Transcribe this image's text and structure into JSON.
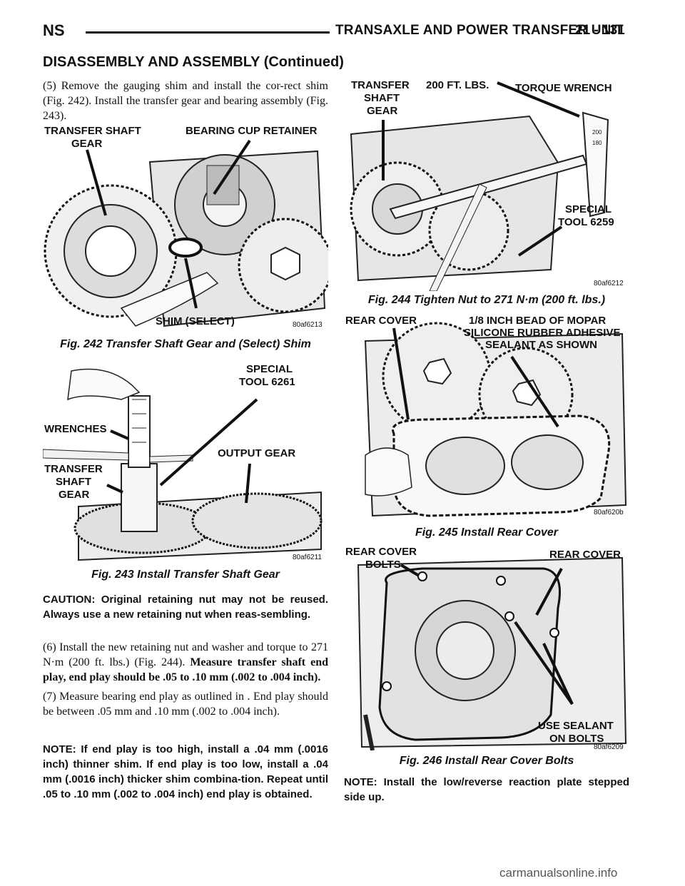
{
  "header": {
    "left": "NS",
    "title": "TRANSAXLE AND POWER TRANSFER UNIT",
    "page": "21 - 131"
  },
  "section_title": "DISASSEMBLY AND ASSEMBLY (Continued)",
  "para5": "(5) Remove the gauging shim and install the cor-rect shim (Fig. 242). Install the transfer gear and bearing assembly (Fig. 243).",
  "fig242": {
    "labels": [
      "TRANSFER SHAFT",
      "GEAR",
      "BEARING CUP RETAINER",
      "SHIM (SELECT)"
    ],
    "code": "80af6213",
    "caption": "Fig. 242 Transfer Shaft Gear and (Select) Shim"
  },
  "fig243": {
    "labels": [
      "SPECIAL",
      "TOOL 6261",
      "WRENCHES",
      "OUTPUT GEAR",
      "TRANSFER",
      "SHAFT",
      "GEAR"
    ],
    "code": "80af6211",
    "caption": "Fig. 243 Install Transfer Shaft Gear"
  },
  "caution": "CAUTION: Original retaining nut may not be reused. Always use a new retaining nut when reas-sembling.",
  "para6_plain": "(6) Install the new retaining nut and washer and torque to 271 N·m (200 ft. lbs.) (Fig. 244).",
  "para6_bold": "Measure transfer shaft end play, end play should be .05 to .10 mm (.002 to .004 inch).",
  "para7": "(7) Measure bearing end play as outlined in . End play should be between .05 mm and .10 mm (.002 to .004 inch).",
  "note1": "NOTE: If end play is too high, install a .04 mm (.0016 inch) thinner shim. If end play is too low, install a .04 mm (.0016 inch) thicker shim combina-tion. Repeat until .05 to .10 mm (.002 to .004 inch) end play is obtained.",
  "fig244": {
    "labels": [
      "TRANSFER",
      "SHAFT",
      "GEAR",
      "200 FT. LBS.",
      "TORQUE WRENCH",
      "SPECIAL",
      "TOOL 6259"
    ],
    "code": "80af6212",
    "caption": "Fig. 244 Tighten Nut to 271 N·m (200 ft. lbs.)"
  },
  "fig245": {
    "labels": [
      "REAR COVER",
      "1/8 INCH BEAD OF MOPAR",
      "SILICONE RUBBER ADHESIVE",
      "SEALANT AS SHOWN"
    ],
    "code": "80af620b",
    "caption": "Fig. 245 Install Rear Cover"
  },
  "fig246": {
    "labels": [
      "REAR COVER",
      "BOLTS",
      "REAR COVER",
      "USE SEALANT",
      "ON BOLTS"
    ],
    "code": "80af6209",
    "caption": "Fig. 246 Install Rear Cover Bolts"
  },
  "note2": "NOTE: Install the low/reverse reaction plate stepped side up.",
  "watermark": "carmanualsonline.info"
}
